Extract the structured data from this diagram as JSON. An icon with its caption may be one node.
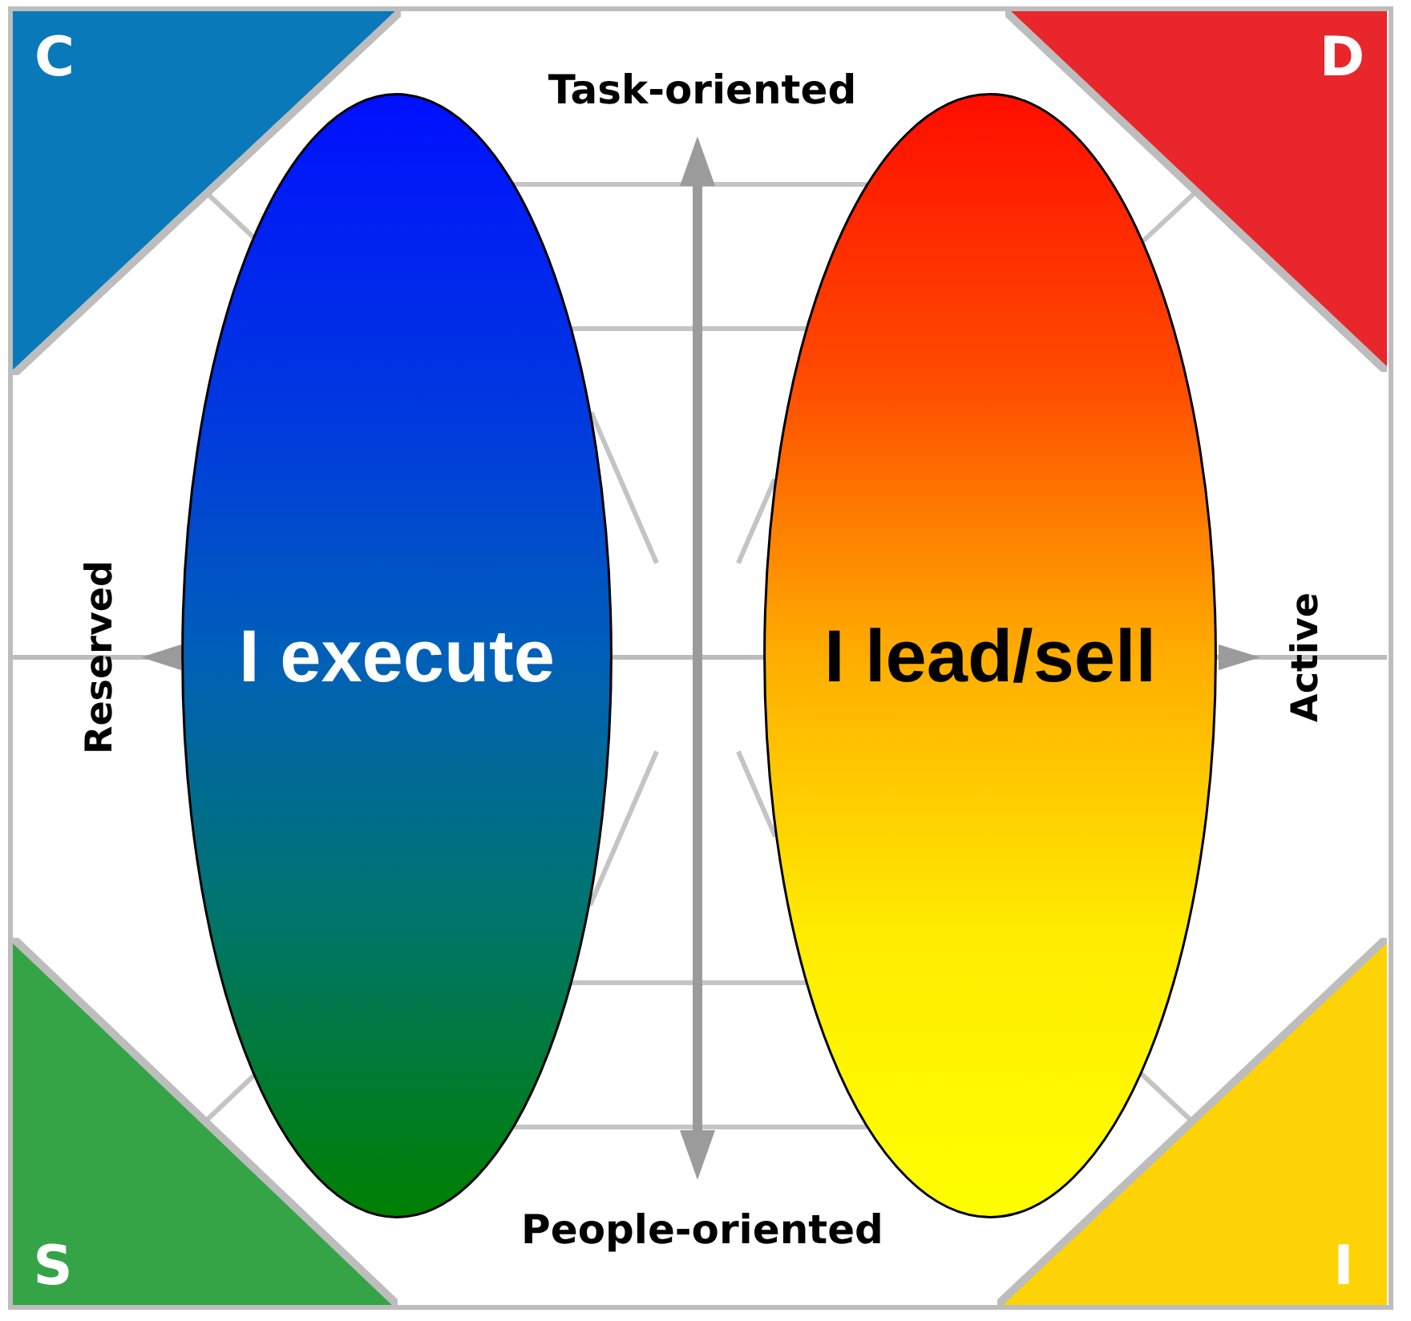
{
  "diagram": {
    "nodes": [
      {
        "text": [
          "C"
        ]
      },
      {
        "text": [
          "D"
        ]
      },
      {
        "text": [
          "I execute"
        ]
      },
      {
        "text": [
          "I lead/sell"
        ]
      },
      {
        "text": [
          "S"
        ]
      },
      {
        "text": [
          "I"
        ]
      }
    ],
    "labels": [
      "Task-oriented",
      "Reserved",
      "Active",
      "People-oriented"
    ]
  }
}
